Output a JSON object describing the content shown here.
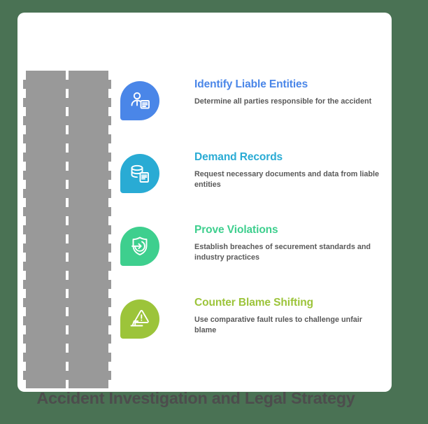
{
  "page": {
    "background_color": "#4a7254",
    "card_color": "#ffffff",
    "title": "Accident Investigation and Legal Strategy",
    "title_color": "#4d4d4d"
  },
  "road": {
    "name": "road-graphic",
    "surface_color": "#999999",
    "lane_marking_color": "#ffffff",
    "lanes": [
      "left-edge-line",
      "center-dashed-line",
      "right-edge-line"
    ]
  },
  "steps": [
    {
      "icon": "person-document-icon",
      "accent": "#4a86e8",
      "heading": "Identify Liable Entities",
      "description": "Determine all parties responsible for the accident"
    },
    {
      "icon": "database-document-icon",
      "accent": "#29abd4",
      "heading": "Demand Records",
      "description": "Request necessary documents and data from liable entities"
    },
    {
      "icon": "shield-arrow-icon",
      "accent": "#3ecf8e",
      "heading": "Prove Violations",
      "description": "Establish breaches of securement standards and industry practices"
    },
    {
      "icon": "warning-truck-icon",
      "accent": "#9cc43a",
      "heading": "Counter Blame Shifting",
      "description": "Use comparative fault rules to challenge unfair blame"
    }
  ]
}
